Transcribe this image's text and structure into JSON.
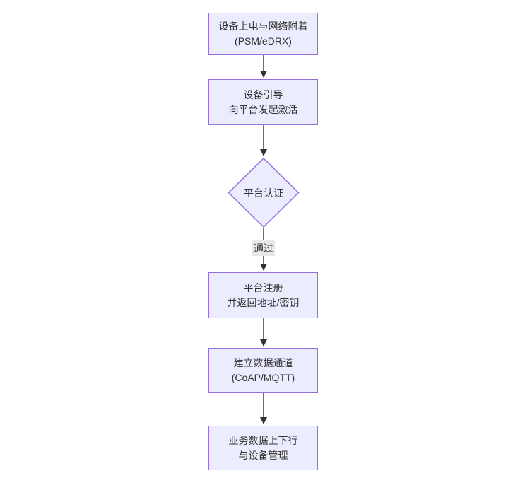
{
  "diagram": {
    "type": "flowchart",
    "direction": "top-down",
    "colors": {
      "node_fill": "#ECECFF",
      "node_border": "#9370DB",
      "text": "#333333",
      "edge": "#333333",
      "edge_label_bg": "#e8e8e8",
      "background": "#ffffff"
    },
    "nodes": [
      {
        "id": "power-on",
        "shape": "rect",
        "lines": [
          "设备上电与网络附着",
          "(PSM/eDRX)"
        ]
      },
      {
        "id": "bootstrap",
        "shape": "rect",
        "lines": [
          "设备引导",
          "向平台发起激活"
        ]
      },
      {
        "id": "platform-auth",
        "shape": "diamond",
        "lines": [
          "平台认证"
        ]
      },
      {
        "id": "register",
        "shape": "rect",
        "lines": [
          "平台注册",
          "并返回地址/密钥"
        ]
      },
      {
        "id": "data-channel",
        "shape": "rect",
        "lines": [
          "建立数据通道",
          "(CoAP/MQTT)"
        ]
      },
      {
        "id": "business",
        "shape": "rect",
        "lines": [
          "业务数据上下行",
          "与设备管理"
        ]
      }
    ],
    "edges": [
      {
        "from": "power-on",
        "to": "bootstrap",
        "label": ""
      },
      {
        "from": "bootstrap",
        "to": "platform-auth",
        "label": ""
      },
      {
        "from": "platform-auth",
        "to": "register",
        "label": "通过"
      },
      {
        "from": "register",
        "to": "data-channel",
        "label": ""
      },
      {
        "from": "data-channel",
        "to": "business",
        "label": ""
      }
    ]
  }
}
